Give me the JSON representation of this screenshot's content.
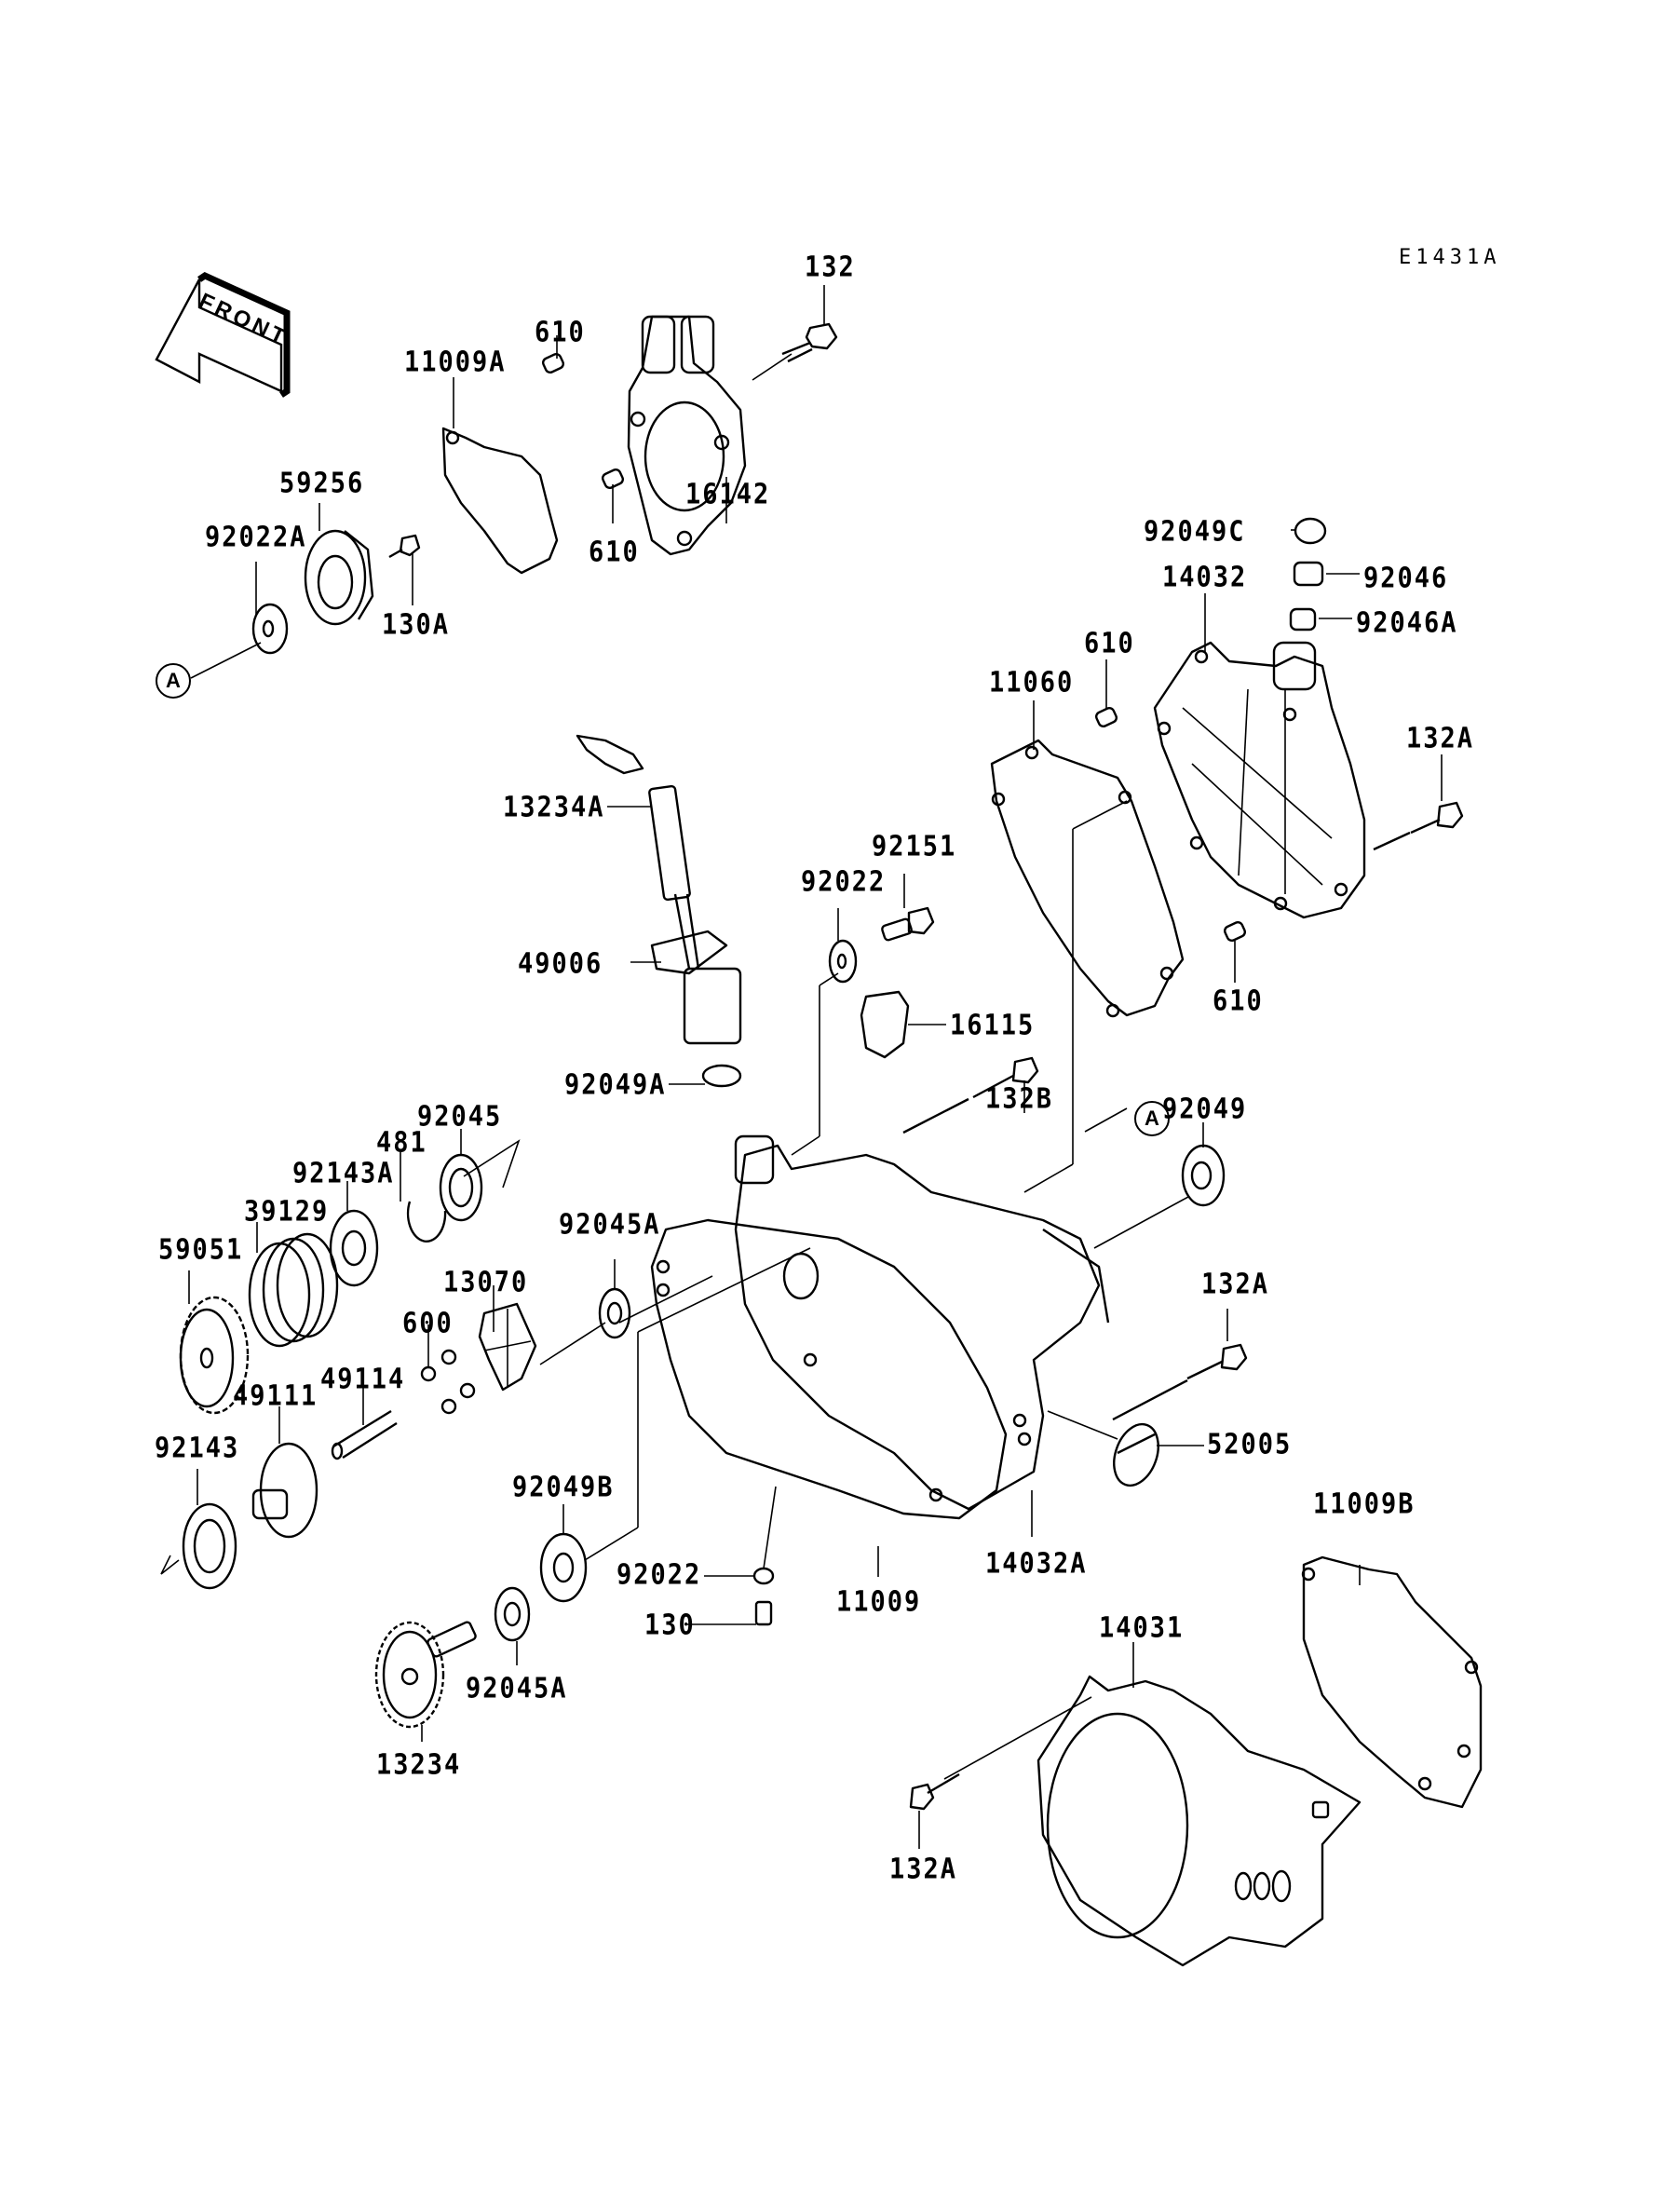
{
  "diagram": {
    "code": "E1431A",
    "front_arrow": "FRONT",
    "reference_marker": "A",
    "parts": [
      {
        "id": "132",
        "label": "132"
      },
      {
        "id": "610-top",
        "label": "610"
      },
      {
        "id": "11009A",
        "label": "11009A"
      },
      {
        "id": "610-mid",
        "label": "610"
      },
      {
        "id": "16142",
        "label": "16142"
      },
      {
        "id": "59256",
        "label": "59256"
      },
      {
        "id": "92022A",
        "label": "92022A"
      },
      {
        "id": "130A",
        "label": "130A"
      },
      {
        "id": "92049C",
        "label": "92049C"
      },
      {
        "id": "92046",
        "label": "92046"
      },
      {
        "id": "14032",
        "label": "14032"
      },
      {
        "id": "92046A",
        "label": "92046A"
      },
      {
        "id": "610-right",
        "label": "610"
      },
      {
        "id": "11060",
        "label": "11060"
      },
      {
        "id": "132A-right",
        "label": "132A"
      },
      {
        "id": "13234A",
        "label": "13234A"
      },
      {
        "id": "92151",
        "label": "92151"
      },
      {
        "id": "92022",
        "label": "92022"
      },
      {
        "id": "49006",
        "label": "49006"
      },
      {
        "id": "610-lower",
        "label": "610"
      },
      {
        "id": "16115",
        "label": "16115"
      },
      {
        "id": "92049A",
        "label": "92049A"
      },
      {
        "id": "132B",
        "label": "132B"
      },
      {
        "id": "92049",
        "label": "92049"
      },
      {
        "id": "92045",
        "label": "92045"
      },
      {
        "id": "481",
        "label": "481"
      },
      {
        "id": "92143A",
        "label": "92143A"
      },
      {
        "id": "39129",
        "label": "39129"
      },
      {
        "id": "92045A-upper",
        "label": "92045A"
      },
      {
        "id": "59051",
        "label": "59051"
      },
      {
        "id": "13070",
        "label": "13070"
      },
      {
        "id": "600",
        "label": "600"
      },
      {
        "id": "132A-mid",
        "label": "132A"
      },
      {
        "id": "49114",
        "label": "49114"
      },
      {
        "id": "49111",
        "label": "49111"
      },
      {
        "id": "52005",
        "label": "52005"
      },
      {
        "id": "92143",
        "label": "92143"
      },
      {
        "id": "92049B",
        "label": "92049B"
      },
      {
        "id": "11009B",
        "label": "11009B"
      },
      {
        "id": "92022-lower",
        "label": "92022"
      },
      {
        "id": "14032A",
        "label": "14032A"
      },
      {
        "id": "11009",
        "label": "11009"
      },
      {
        "id": "130",
        "label": "130"
      },
      {
        "id": "14031",
        "label": "14031"
      },
      {
        "id": "92045A-lower",
        "label": "92045A"
      },
      {
        "id": "13234",
        "label": "13234"
      },
      {
        "id": "132A-bottom",
        "label": "132A"
      }
    ]
  }
}
